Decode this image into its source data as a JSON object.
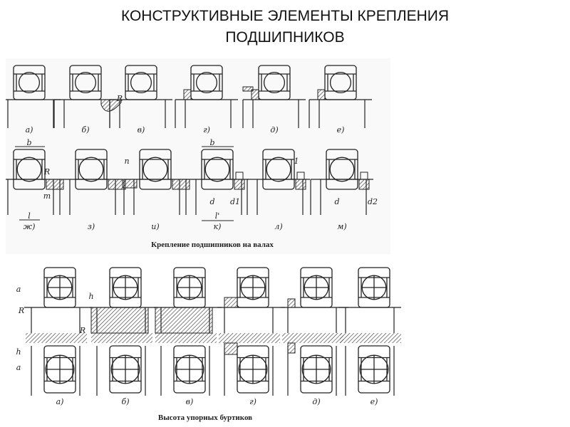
{
  "slide": {
    "title_line1": "КОНСТРУКТИВНЫЕ ЭЛЕМЕНТЫ КРЕПЛЕНИЯ",
    "title_line2": "ПОДШИПНИКОВ"
  },
  "figure1": {
    "caption": "Крепление подшипников на валах",
    "row1_labels": [
      "а)",
      "б)",
      "в)",
      "г)",
      "д)",
      "е)"
    ],
    "row2_labels": [
      "ж)",
      "з)",
      "и)",
      "к)",
      "л)",
      "м)"
    ],
    "annotations": [
      "b",
      "R",
      "m",
      "l",
      "n",
      "b",
      "d",
      "l'",
      "d1",
      "1",
      "d",
      "d2",
      "R"
    ]
  },
  "figure2": {
    "caption": "Высота упорных буртиков",
    "labels": [
      "а)",
      "б)",
      "в)",
      "г)",
      "д)",
      "е)"
    ],
    "annotations": [
      "a",
      "h",
      "R",
      "R",
      "h",
      "a"
    ]
  }
}
